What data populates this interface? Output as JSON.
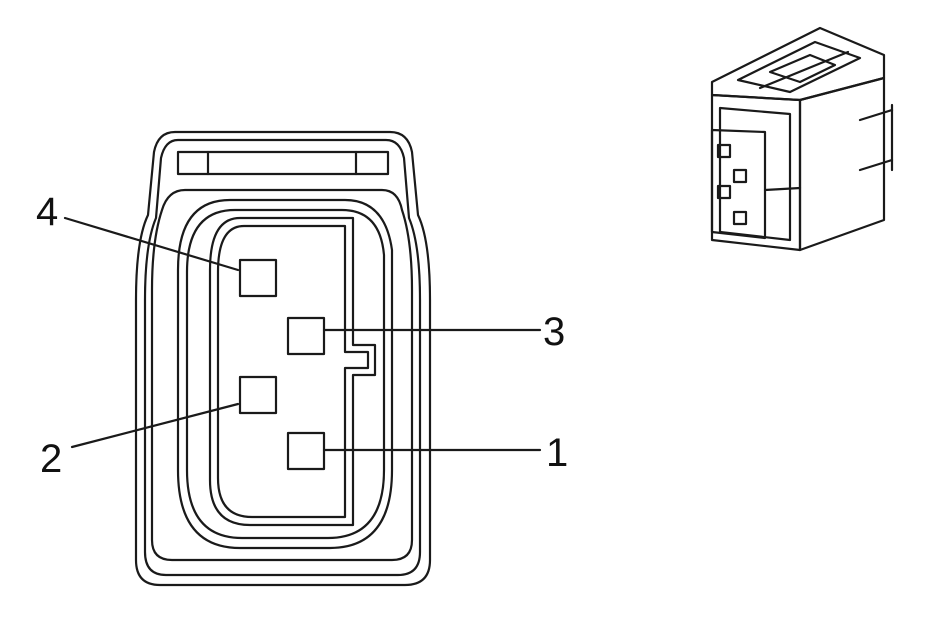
{
  "pin_labels": {
    "pin4": "4",
    "pin3": "3",
    "pin2": "2",
    "pin1": "1"
  },
  "colors": {
    "line": "#1a1a1a",
    "background": "#ffffff"
  },
  "icons": {
    "main_view": "connector-face-drawing",
    "inset_view": "connector-isometric-drawing"
  }
}
